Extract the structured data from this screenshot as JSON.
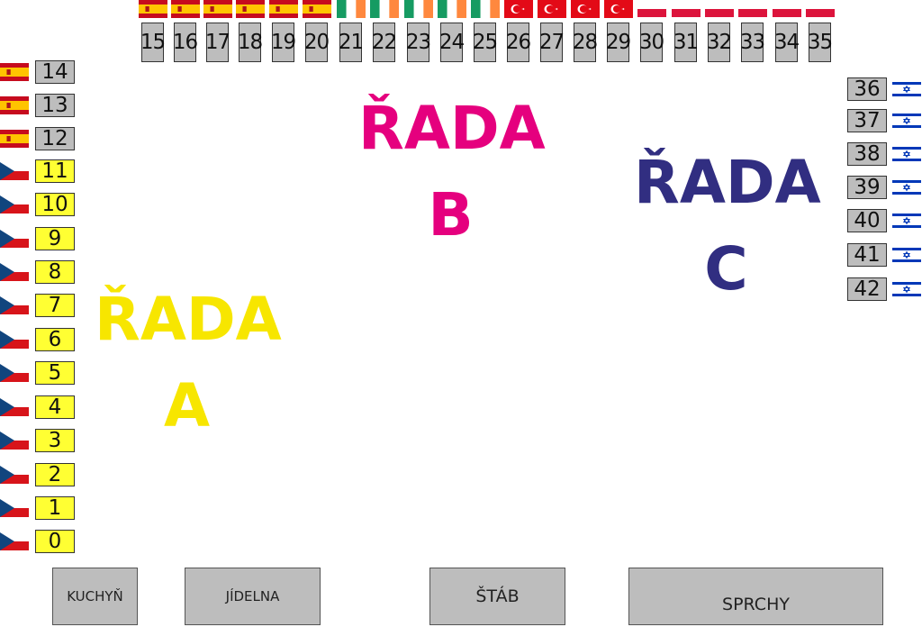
{
  "colors": {
    "row_a": "#f7e600",
    "row_b": "#e5007e",
    "row_c": "#312e81",
    "box_grey": "#bdbdbd",
    "box_yellow": "#ffff33"
  },
  "rows": {
    "a": {
      "title": "ŘADA",
      "letter": "A"
    },
    "b": {
      "title": "ŘADA",
      "letter": "B"
    },
    "c": {
      "title": "ŘADA",
      "letter": "C"
    }
  },
  "top_places": [
    {
      "num": "15",
      "flag": "spain"
    },
    {
      "num": "16",
      "flag": "spain"
    },
    {
      "num": "17",
      "flag": "spain"
    },
    {
      "num": "18",
      "flag": "spain"
    },
    {
      "num": "19",
      "flag": "spain"
    },
    {
      "num": "20",
      "flag": "spain"
    },
    {
      "num": "21",
      "flag": "ireland"
    },
    {
      "num": "22",
      "flag": "ireland"
    },
    {
      "num": "23",
      "flag": "ireland"
    },
    {
      "num": "24",
      "flag": "ireland"
    },
    {
      "num": "25",
      "flag": "ireland"
    },
    {
      "num": "26",
      "flag": "turkey"
    },
    {
      "num": "27",
      "flag": "turkey"
    },
    {
      "num": "28",
      "flag": "turkey"
    },
    {
      "num": "29",
      "flag": "turkey"
    },
    {
      "num": "30",
      "flag": "red-stripe"
    },
    {
      "num": "31",
      "flag": "red-stripe"
    },
    {
      "num": "32",
      "flag": "red-stripe"
    },
    {
      "num": "33",
      "flag": "red-stripe"
    },
    {
      "num": "34",
      "flag": "red-stripe"
    },
    {
      "num": "35",
      "flag": "red-stripe"
    }
  ],
  "left_places": [
    {
      "num": "14",
      "flag": "spain",
      "box": "grey"
    },
    {
      "num": "13",
      "flag": "spain",
      "box": "grey"
    },
    {
      "num": "12",
      "flag": "spain",
      "box": "grey"
    },
    {
      "num": "11",
      "flag": "czech",
      "box": "yellow"
    },
    {
      "num": "10",
      "flag": "czech",
      "box": "yellow"
    },
    {
      "num": "9",
      "flag": "czech",
      "box": "yellow"
    },
    {
      "num": "8",
      "flag": "czech",
      "box": "yellow"
    },
    {
      "num": "7",
      "flag": "czech",
      "box": "yellow"
    },
    {
      "num": "6",
      "flag": "czech",
      "box": "yellow"
    },
    {
      "num": "5",
      "flag": "czech",
      "box": "yellow"
    },
    {
      "num": "4",
      "flag": "czech",
      "box": "yellow"
    },
    {
      "num": "3",
      "flag": "czech",
      "box": "yellow"
    },
    {
      "num": "2",
      "flag": "czech",
      "box": "yellow"
    },
    {
      "num": "1",
      "flag": "czech",
      "box": "yellow"
    },
    {
      "num": "0",
      "flag": "czech",
      "box": "yellow"
    }
  ],
  "right_places": [
    {
      "num": "36",
      "flag": "israel"
    },
    {
      "num": "37",
      "flag": "israel"
    },
    {
      "num": "38",
      "flag": "israel"
    },
    {
      "num": "39",
      "flag": "israel"
    },
    {
      "num": "40",
      "flag": "israel"
    },
    {
      "num": "41",
      "flag": "israel"
    },
    {
      "num": "42",
      "flag": "israel"
    }
  ],
  "buildings": {
    "kitchen": "KUCHYŇ",
    "dining": "JÍDELNA",
    "staff": "ŠTÁB",
    "showers": "SPRCHY"
  }
}
